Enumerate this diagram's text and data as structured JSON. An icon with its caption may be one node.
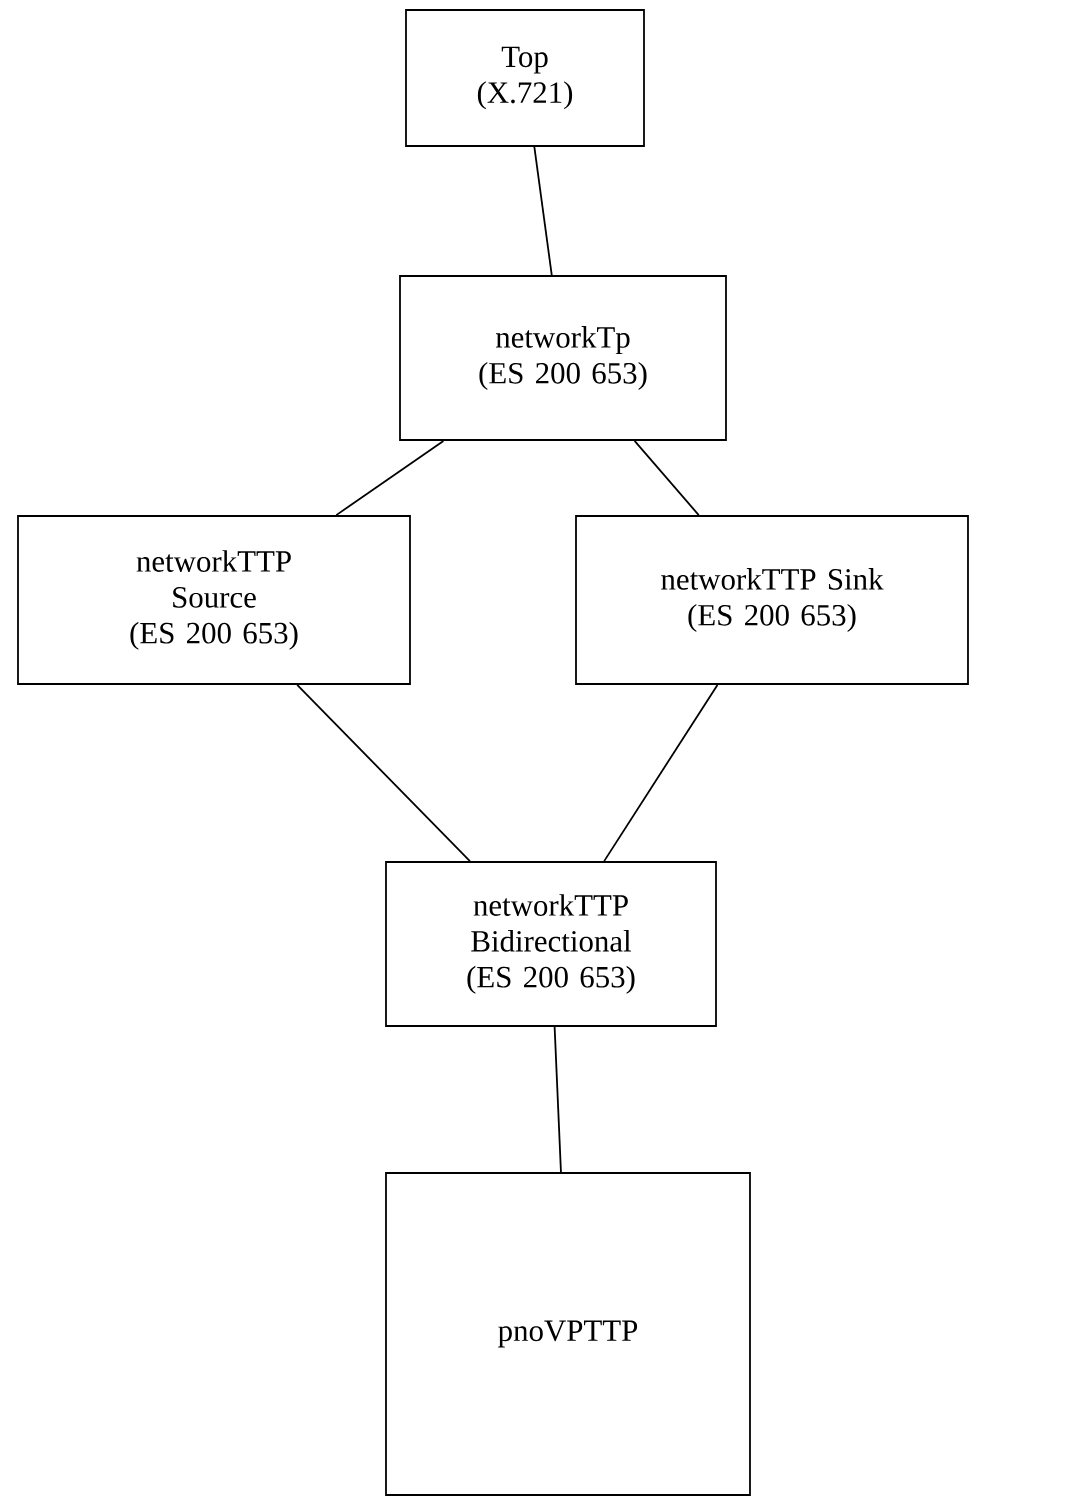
{
  "diagram": {
    "nodes": [
      {
        "text": [
          "Top",
          "(X.721)"
        ]
      },
      {
        "text": [
          "networkTp",
          "(ES 200 653)"
        ]
      },
      {
        "text": [
          "networkTTP Source",
          "(ES 200 653)"
        ]
      },
      {
        "text": [
          "networkTTP Sink",
          "(ES 200 653)"
        ]
      },
      {
        "text": [
          "networkTTP Bidirectional",
          "(ES 200 653)"
        ]
      },
      {
        "text": [
          "pnoVPTTP"
        ]
      }
    ],
    "edges": [
      {
        "from": 0,
        "to": 1,
        "arrow": "none"
      },
      {
        "from": 1,
        "to": 2,
        "arrow": "none"
      },
      {
        "from": 1,
        "to": 3,
        "arrow": "none"
      },
      {
        "from": 2,
        "to": 4,
        "arrow": "none"
      },
      {
        "from": 3,
        "to": 4,
        "arrow": "none"
      },
      {
        "from": 4,
        "to": 5,
        "arrow": "none"
      }
    ]
  }
}
